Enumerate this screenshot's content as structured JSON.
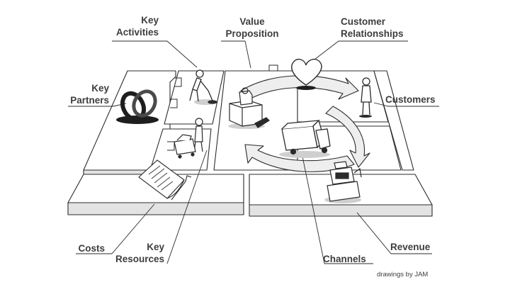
{
  "labels": {
    "key_activities": [
      "Key",
      "Activities"
    ],
    "value_proposition": [
      "Value",
      "Proposition"
    ],
    "customer_relationships": [
      "Customer",
      "Relationships"
    ],
    "key_partners": [
      "Key",
      "Partners"
    ],
    "customers": [
      "Customers"
    ],
    "costs": [
      "Costs"
    ],
    "key_resources": [
      "Key",
      "Resources"
    ],
    "channels": [
      "Channels"
    ],
    "revenue": [
      "Revenue"
    ]
  },
  "credit": "drawings by JAM",
  "colors": {
    "ink": "#2b2b2b",
    "label": "#3d3d3d",
    "panel": "#ffffff",
    "edge": "#d6d6d6",
    "arrow": "#eeeeee"
  },
  "icons": [
    "interlocked-rings-icon",
    "person-digging-icon",
    "person-with-cart-icon",
    "gift-boxes-icon",
    "heart-icon",
    "standing-person-icon",
    "delivery-truck-icon",
    "receipt-paper-icon",
    "cash-register-icon"
  ]
}
